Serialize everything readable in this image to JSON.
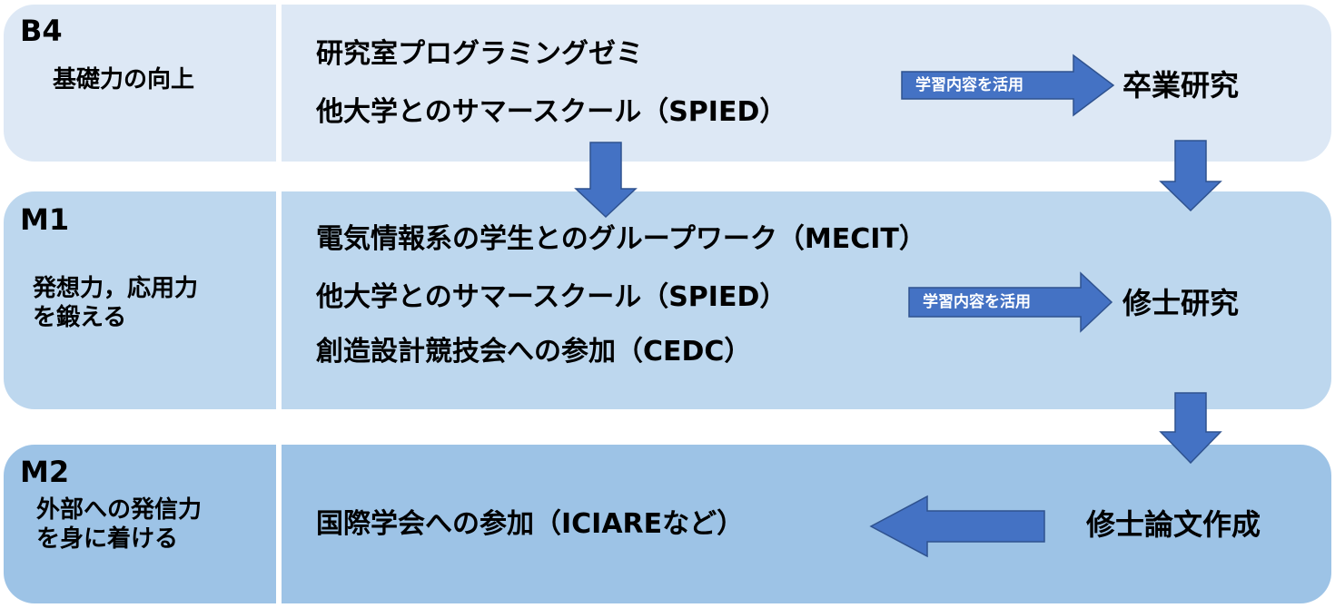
{
  "rows": [
    {
      "grade": "B4",
      "goal": "基礎力の向上",
      "activities": [
        "研究室プログラミングゼミ",
        "他大学とのサマースクール（SPIED）"
      ],
      "arrow_label": "学習内容を活用",
      "destination": "卒業研究"
    },
    {
      "grade": "M1",
      "goal": "発想力，応用力\nを鍛える",
      "activities": [
        "電気情報系の学生とのグループワーク（MECIT）",
        "他大学とのサマースクール（SPIED）",
        "創造設計競技会への参加（CEDC）"
      ],
      "arrow_label": "学習内容を活用",
      "destination": "修士研究"
    },
    {
      "grade": "M2",
      "goal": "外部への発信力\nを身に着ける",
      "activities": [
        "国際学会への参加（ICIAREなど）"
      ],
      "destination": "修士論文作成"
    }
  ],
  "colors": {
    "b4_band": "#dde8f5",
    "m1_band": "#bdd7ee",
    "m2_band": "#9dc3e6",
    "arrow_fill": "#4472c4",
    "arrow_stroke": "#2f528f"
  }
}
